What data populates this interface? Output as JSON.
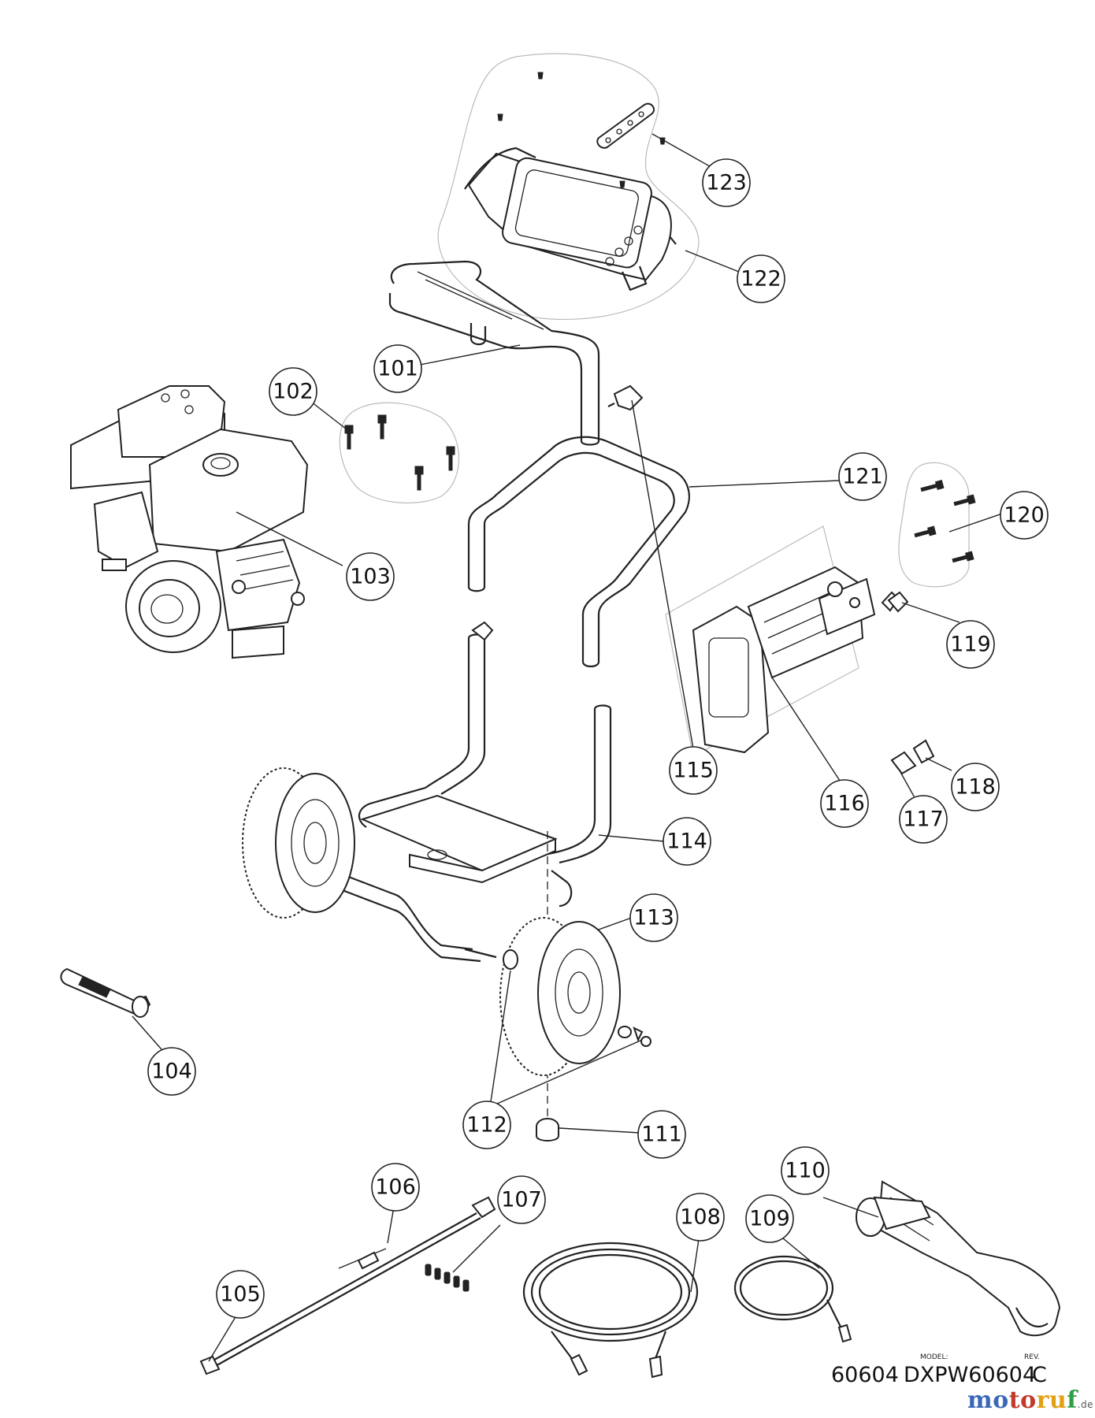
{
  "diagram": {
    "callouts": {
      "p101": "101",
      "p102": "102",
      "p103": "103",
      "p104": "104",
      "p105": "105",
      "p106": "106",
      "p107": "107",
      "p108": "108",
      "p109": "109",
      "p110": "110",
      "p111": "111",
      "p112": "112",
      "p113": "113",
      "p114": "114",
      "p115": "115",
      "p116": "116",
      "p117": "117",
      "p118": "118",
      "p119": "119",
      "p120": "120",
      "p121": "121",
      "p122": "122",
      "p123": "123"
    }
  },
  "title_block": {
    "model_caption": "MODEL:",
    "rev_caption": "REV.",
    "doc_number": "60604",
    "model": "DXPW60604",
    "rev": "C"
  },
  "watermark": {
    "brand_parts": [
      "mo",
      "to",
      "ru",
      "f"
    ],
    "suffix": ".de",
    "colors": [
      "#3a68b8",
      "#c0392b",
      "#e2a016",
      "#2f9e44"
    ]
  }
}
